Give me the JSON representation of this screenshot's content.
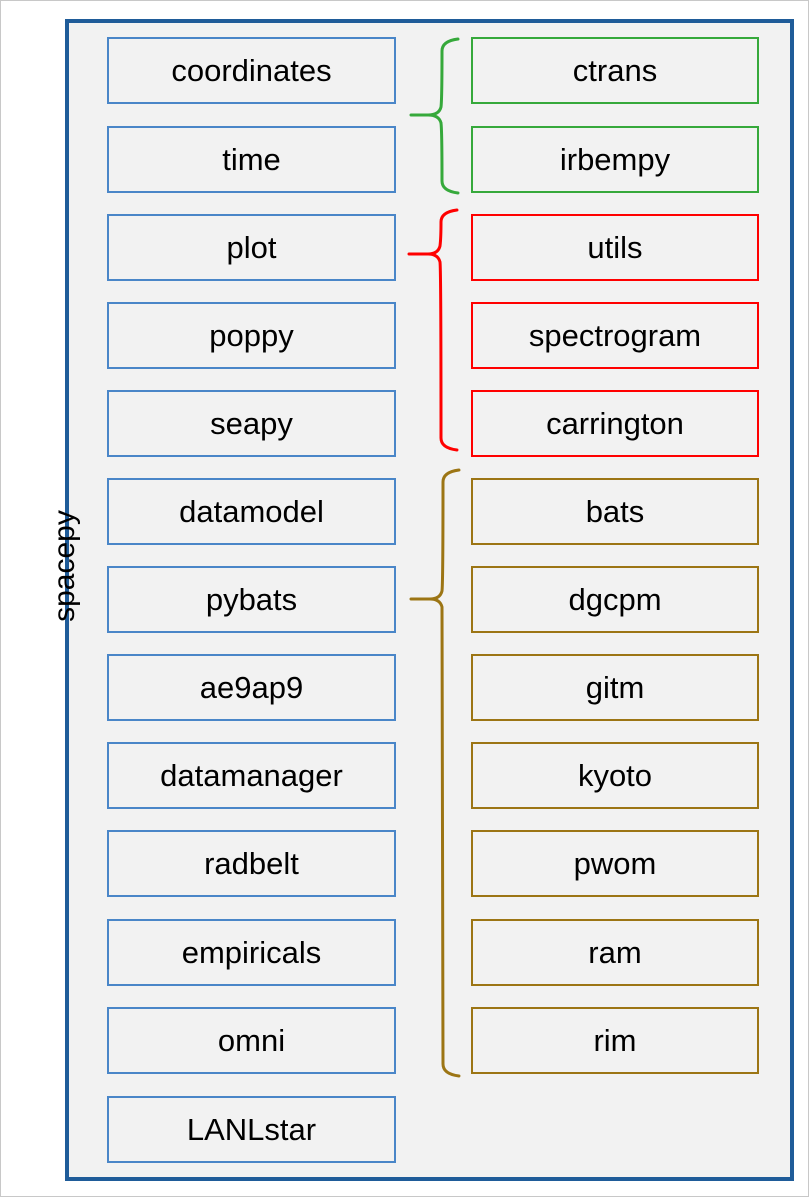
{
  "diagram": {
    "title": "spacepy",
    "outer_label": "spacepy",
    "background_color": "#F2F2F2",
    "outer_border_color": "#1F5C99",
    "left_column": {
      "border_color": "#4A86C8",
      "modules": [
        {
          "label": "coordinates"
        },
        {
          "label": "time"
        },
        {
          "label": "plot"
        },
        {
          "label": "poppy"
        },
        {
          "label": "seapy"
        },
        {
          "label": "datamodel"
        },
        {
          "label": "pybats"
        },
        {
          "label": "ae9ap9"
        },
        {
          "label": "datamanager"
        },
        {
          "label": "radbelt"
        },
        {
          "label": "empiricals"
        },
        {
          "label": "omni"
        },
        {
          "label": "LANLstar"
        }
      ]
    },
    "groups": [
      {
        "name": "coordinates-group",
        "color": "#36A93B",
        "parent": "coordinates",
        "submodules": [
          {
            "label": "ctrans"
          },
          {
            "label": "irbempy"
          }
        ]
      },
      {
        "name": "plot-group",
        "color": "#FF0000",
        "parent": "plot",
        "submodules": [
          {
            "label": "utils"
          },
          {
            "label": "spectrogram"
          },
          {
            "label": "carrington"
          }
        ]
      },
      {
        "name": "pybats-group",
        "color": "#9C7514",
        "parent": "pybats",
        "submodules": [
          {
            "label": "bats"
          },
          {
            "label": "dgcpm"
          },
          {
            "label": "gitm"
          },
          {
            "label": "kyoto"
          },
          {
            "label": "pwom"
          },
          {
            "label": "ram"
          },
          {
            "label": "rim"
          }
        ]
      }
    ]
  }
}
